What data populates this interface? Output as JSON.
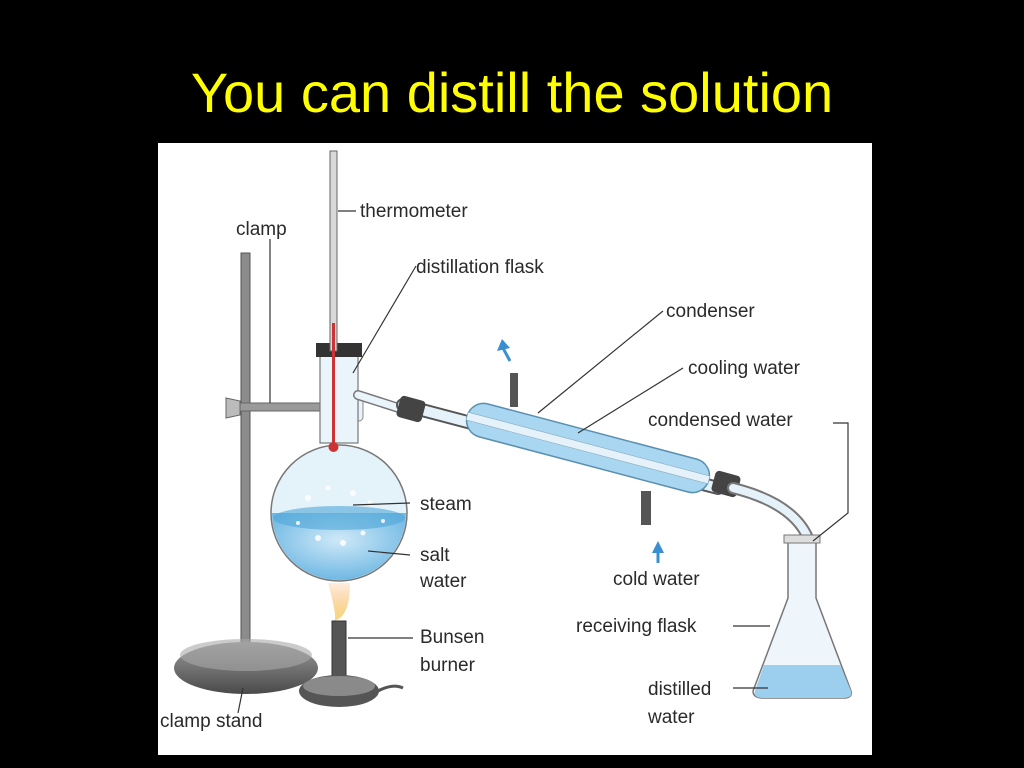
{
  "slide": {
    "title": "You can distill the solution"
  },
  "diagram": {
    "labels": {
      "thermometer": "thermometer",
      "clamp": "clamp",
      "distillation_flask": "distillation flask",
      "condenser": "condenser",
      "cooling_water": "cooling water",
      "condensed_water": "condensed water",
      "steam": "steam",
      "salt_water_1": "salt",
      "salt_water_2": "water",
      "cold_water": "cold water",
      "bunsen_burner_1": "Bunsen",
      "bunsen_burner_2": "burner",
      "receiving_flask": "receiving flask",
      "distilled_water_1": "distilled",
      "distilled_water_2": "water",
      "clamp_stand": "clamp stand"
    },
    "colors": {
      "title": "#ffff00",
      "background": "#000000",
      "panel": "#ffffff",
      "water": "#7fc4ea",
      "glass": "#dfeff8",
      "metal": "#8a8a8a",
      "arrow": "#3a8fd0",
      "flame": "#f0a640"
    }
  }
}
